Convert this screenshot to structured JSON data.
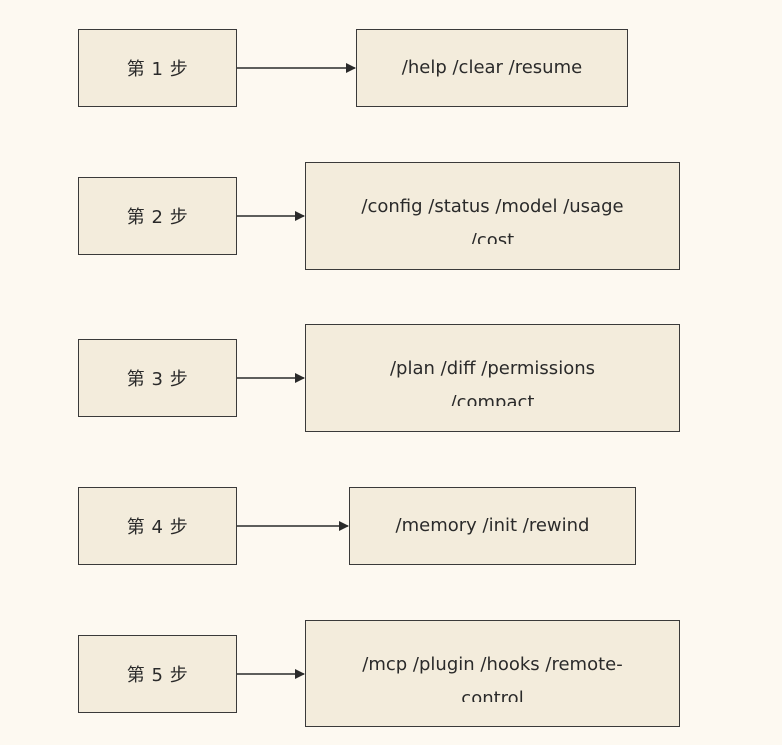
{
  "steps": [
    {
      "label": "第 1 步",
      "commands": "/help /clear /resume"
    },
    {
      "label": "第 2 步",
      "commands": "/config /status /model /usage /cost"
    },
    {
      "label": "第 3 步",
      "commands": "/plan /diff /permissions /compact"
    },
    {
      "label": "第 4 步",
      "commands": "/memory /init /rewind"
    },
    {
      "label": "第 5 步",
      "commands": "/mcp /plugin /hooks /remote-control"
    }
  ]
}
